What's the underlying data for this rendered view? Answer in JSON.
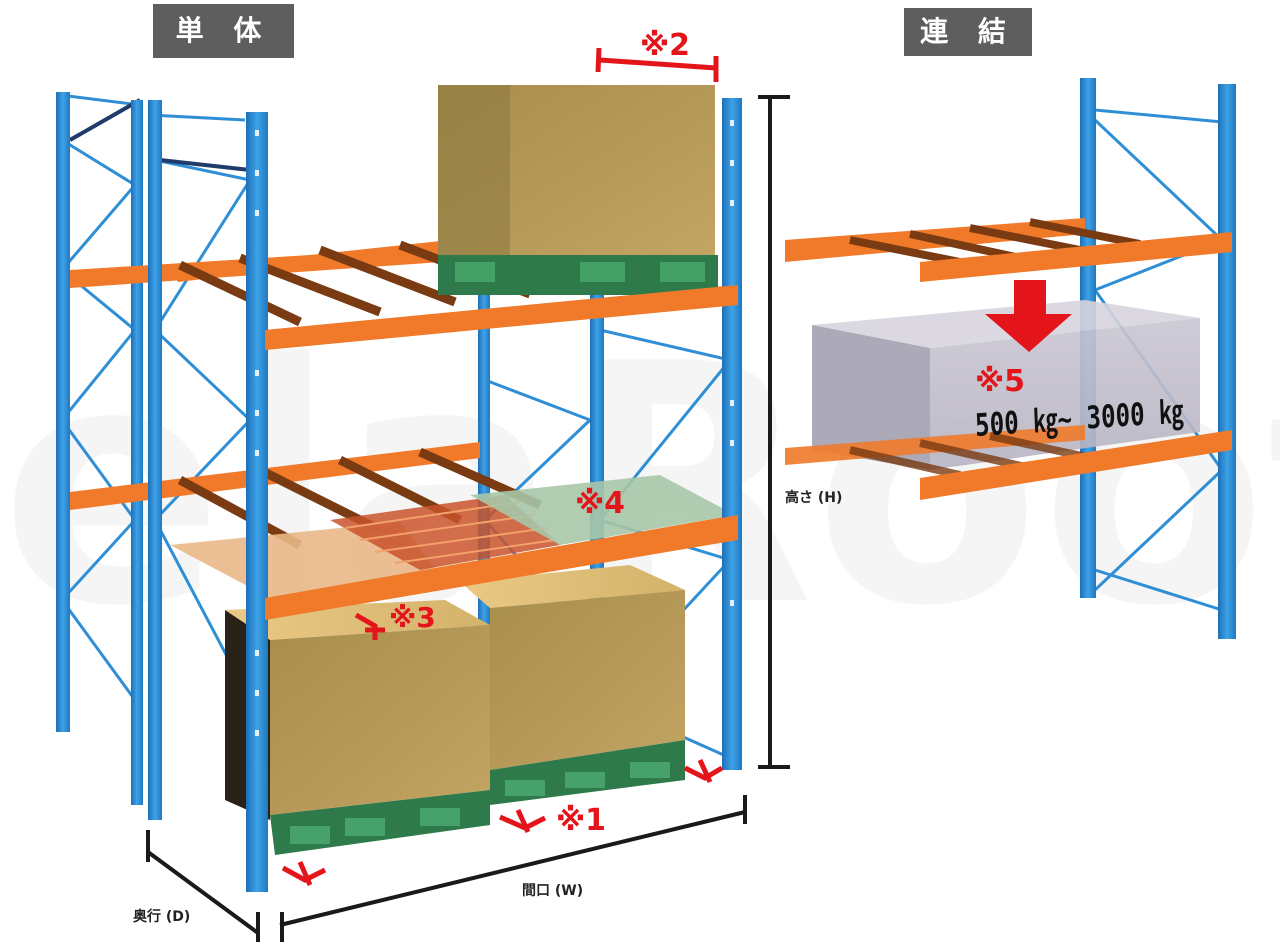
{
  "tabs": {
    "single": "単 体",
    "connected": "連 結"
  },
  "dimensions": {
    "height": "高さ (H)",
    "width": "間口 (W)",
    "depth": "奥行 (D)"
  },
  "notes": {
    "n1": "※1",
    "n2": "※2",
    "n3": "※3",
    "n4": "※4",
    "n5": "※5"
  },
  "load_range": "500 ㎏~ 3000 ㎏",
  "colors": {
    "upright": "#2f8fd6",
    "beam": "#f07a2a",
    "marker": "#e4141b",
    "box": "#b89a52",
    "pallet": "#2f7a4a",
    "tab_bg": "#5e5e5e"
  }
}
